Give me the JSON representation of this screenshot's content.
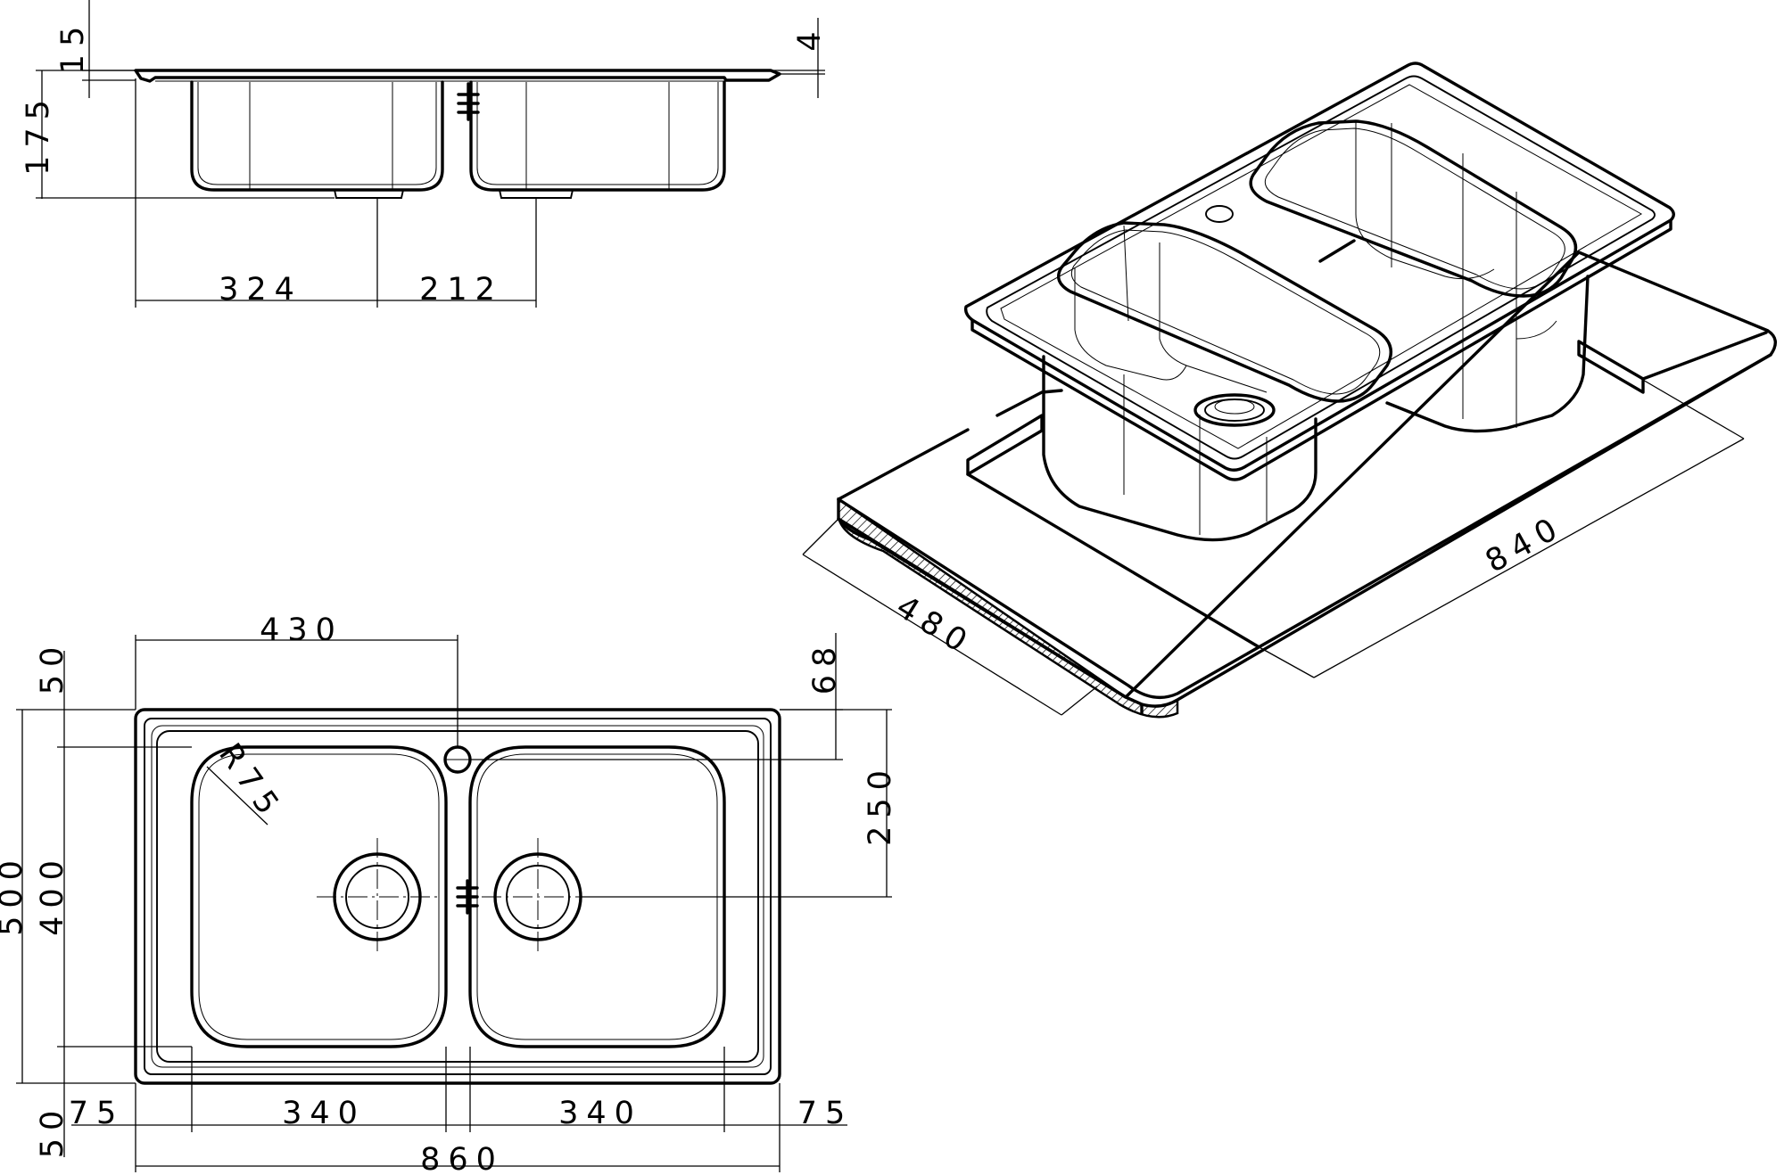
{
  "side_view": {
    "dim_rim_thickness": "15",
    "dim_flange_drop": "4",
    "dim_bowl_depth": "175",
    "dim_drain_left": "324",
    "dim_drain_spacing": "212"
  },
  "plan_view": {
    "dim_tap_hole": "430",
    "dim_top_margin": "50",
    "dim_tap_offset": "68",
    "dim_drain_height": "250",
    "dim_overall_depth": "500",
    "dim_bowl_depth": "400",
    "dim_corner_radius": "R75",
    "dim_bottom_margin": "50",
    "dim_left_margin": "75",
    "dim_bowl_left": "340",
    "dim_bowl_right": "340",
    "dim_right_margin": "75",
    "dim_overall_width": "860"
  },
  "iso_view": {
    "dim_cutout_depth": "480",
    "dim_cutout_width": "840"
  }
}
